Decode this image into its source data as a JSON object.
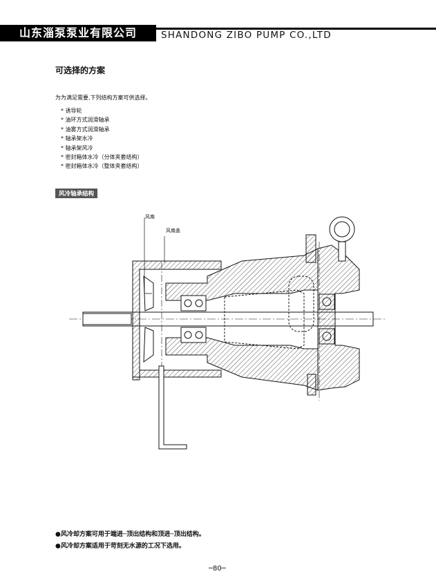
{
  "header": {
    "company_cn": "山东淄泵泵业有限公司",
    "company_en": "SHANDONG ZIBO PUMP CO.,LTD"
  },
  "section_title": "可选择的方案",
  "intro": "为为满足需要,下列结构方案可供选择。",
  "options": [
    "诱导轮",
    "油环方式润滑轴承",
    "油雾方式润滑轴承",
    "轴承架水冷",
    "轴承架风冷",
    "密封箱体水冷（分体夹套结构）",
    "密封箱体水冷（整体夹套结构）"
  ],
  "figure": {
    "caption": "风冷轴承结构",
    "labels": {
      "fan": "风扇",
      "fan_cover": "风扇盖"
    }
  },
  "notes": [
    "●风冷却方案可用于端进─顶出结构和顶进─顶出结构。",
    "●风冷却方案适用于苛刻无水源的工况下选用。"
  ],
  "page_number": "─80─"
}
